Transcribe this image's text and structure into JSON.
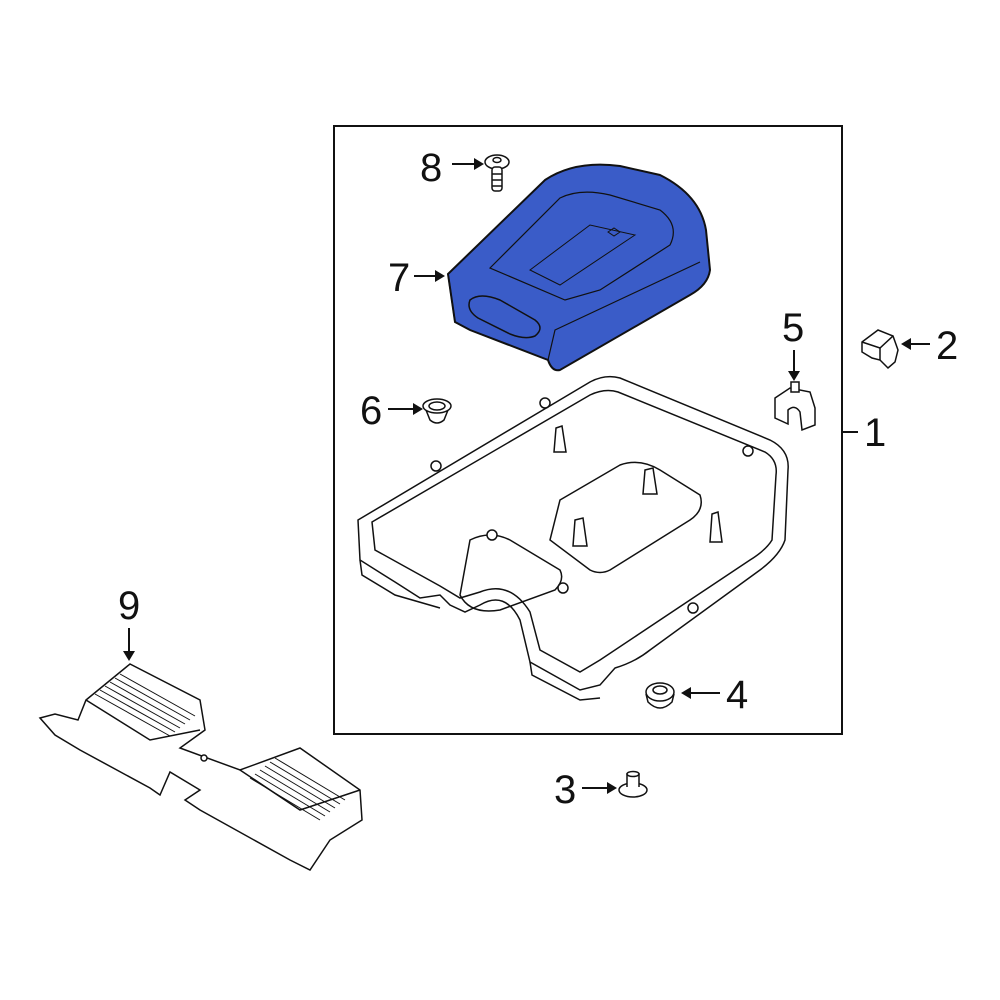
{
  "diagram": {
    "type": "exploded-parts-diagram",
    "highlight_color": "#3a5cc8",
    "outline_color": "#111111",
    "group_box": {
      "label": "1"
    },
    "callouts": [
      {
        "number": "1",
        "part": "housing-assembly"
      },
      {
        "number": "2",
        "part": "clip"
      },
      {
        "number": "3",
        "part": "push-pin-retainer"
      },
      {
        "number": "4",
        "part": "grommet"
      },
      {
        "number": "5",
        "part": "bracket-clip"
      },
      {
        "number": "6",
        "part": "plug-grommet"
      },
      {
        "number": "7",
        "part": "cover"
      },
      {
        "number": "8",
        "part": "screw"
      },
      {
        "number": "9",
        "part": "air-duct"
      }
    ]
  }
}
